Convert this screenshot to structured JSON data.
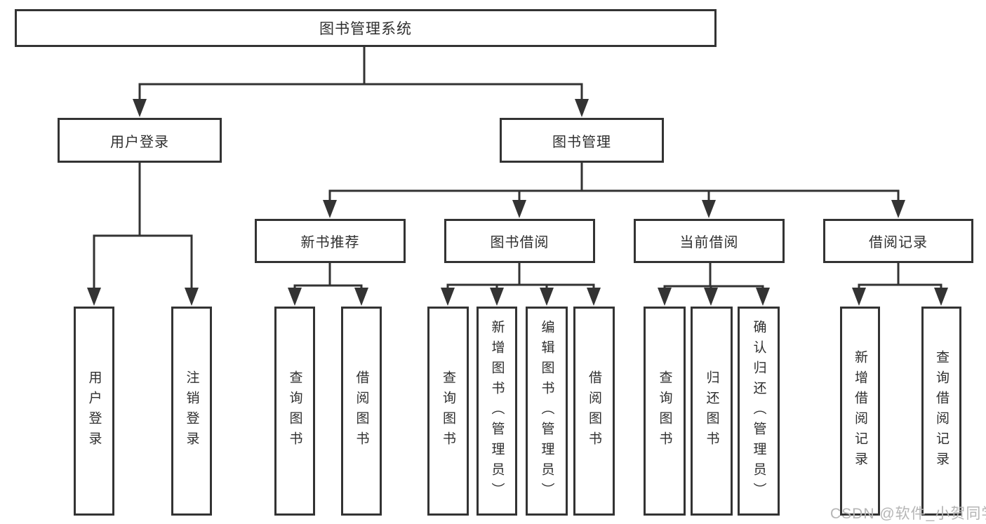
{
  "diagram": {
    "root": {
      "label": "图书管理系统",
      "children": [
        {
          "label": "用户登录",
          "children": [
            {
              "label": "用户登录"
            },
            {
              "label": "注销登录"
            }
          ]
        },
        {
          "label": "图书管理",
          "children": [
            {
              "label": "新书推荐",
              "children": [
                {
                  "label": "查询图书"
                },
                {
                  "label": "借阅图书"
                }
              ]
            },
            {
              "label": "图书借阅",
              "children": [
                {
                  "label": "查询图书"
                },
                {
                  "label": "新增图书（管理员）"
                },
                {
                  "label": "编辑图书（管理员）"
                },
                {
                  "label": "借阅图书"
                }
              ]
            },
            {
              "label": "当前借阅",
              "children": [
                {
                  "label": "查询图书"
                },
                {
                  "label": "归还图书"
                },
                {
                  "label": "确认归还（管理员）"
                }
              ]
            },
            {
              "label": "借阅记录",
              "children": [
                {
                  "label": "新增借阅记录"
                },
                {
                  "label": "查询借阅记录"
                }
              ]
            }
          ]
        }
      ]
    }
  },
  "watermark": {
    "text": "CSDN @软件_小贺同学"
  },
  "colors": {
    "line": "#333333",
    "text": "#2f2f2f",
    "watermark": "#b5b5b5",
    "background": "#ffffff"
  }
}
